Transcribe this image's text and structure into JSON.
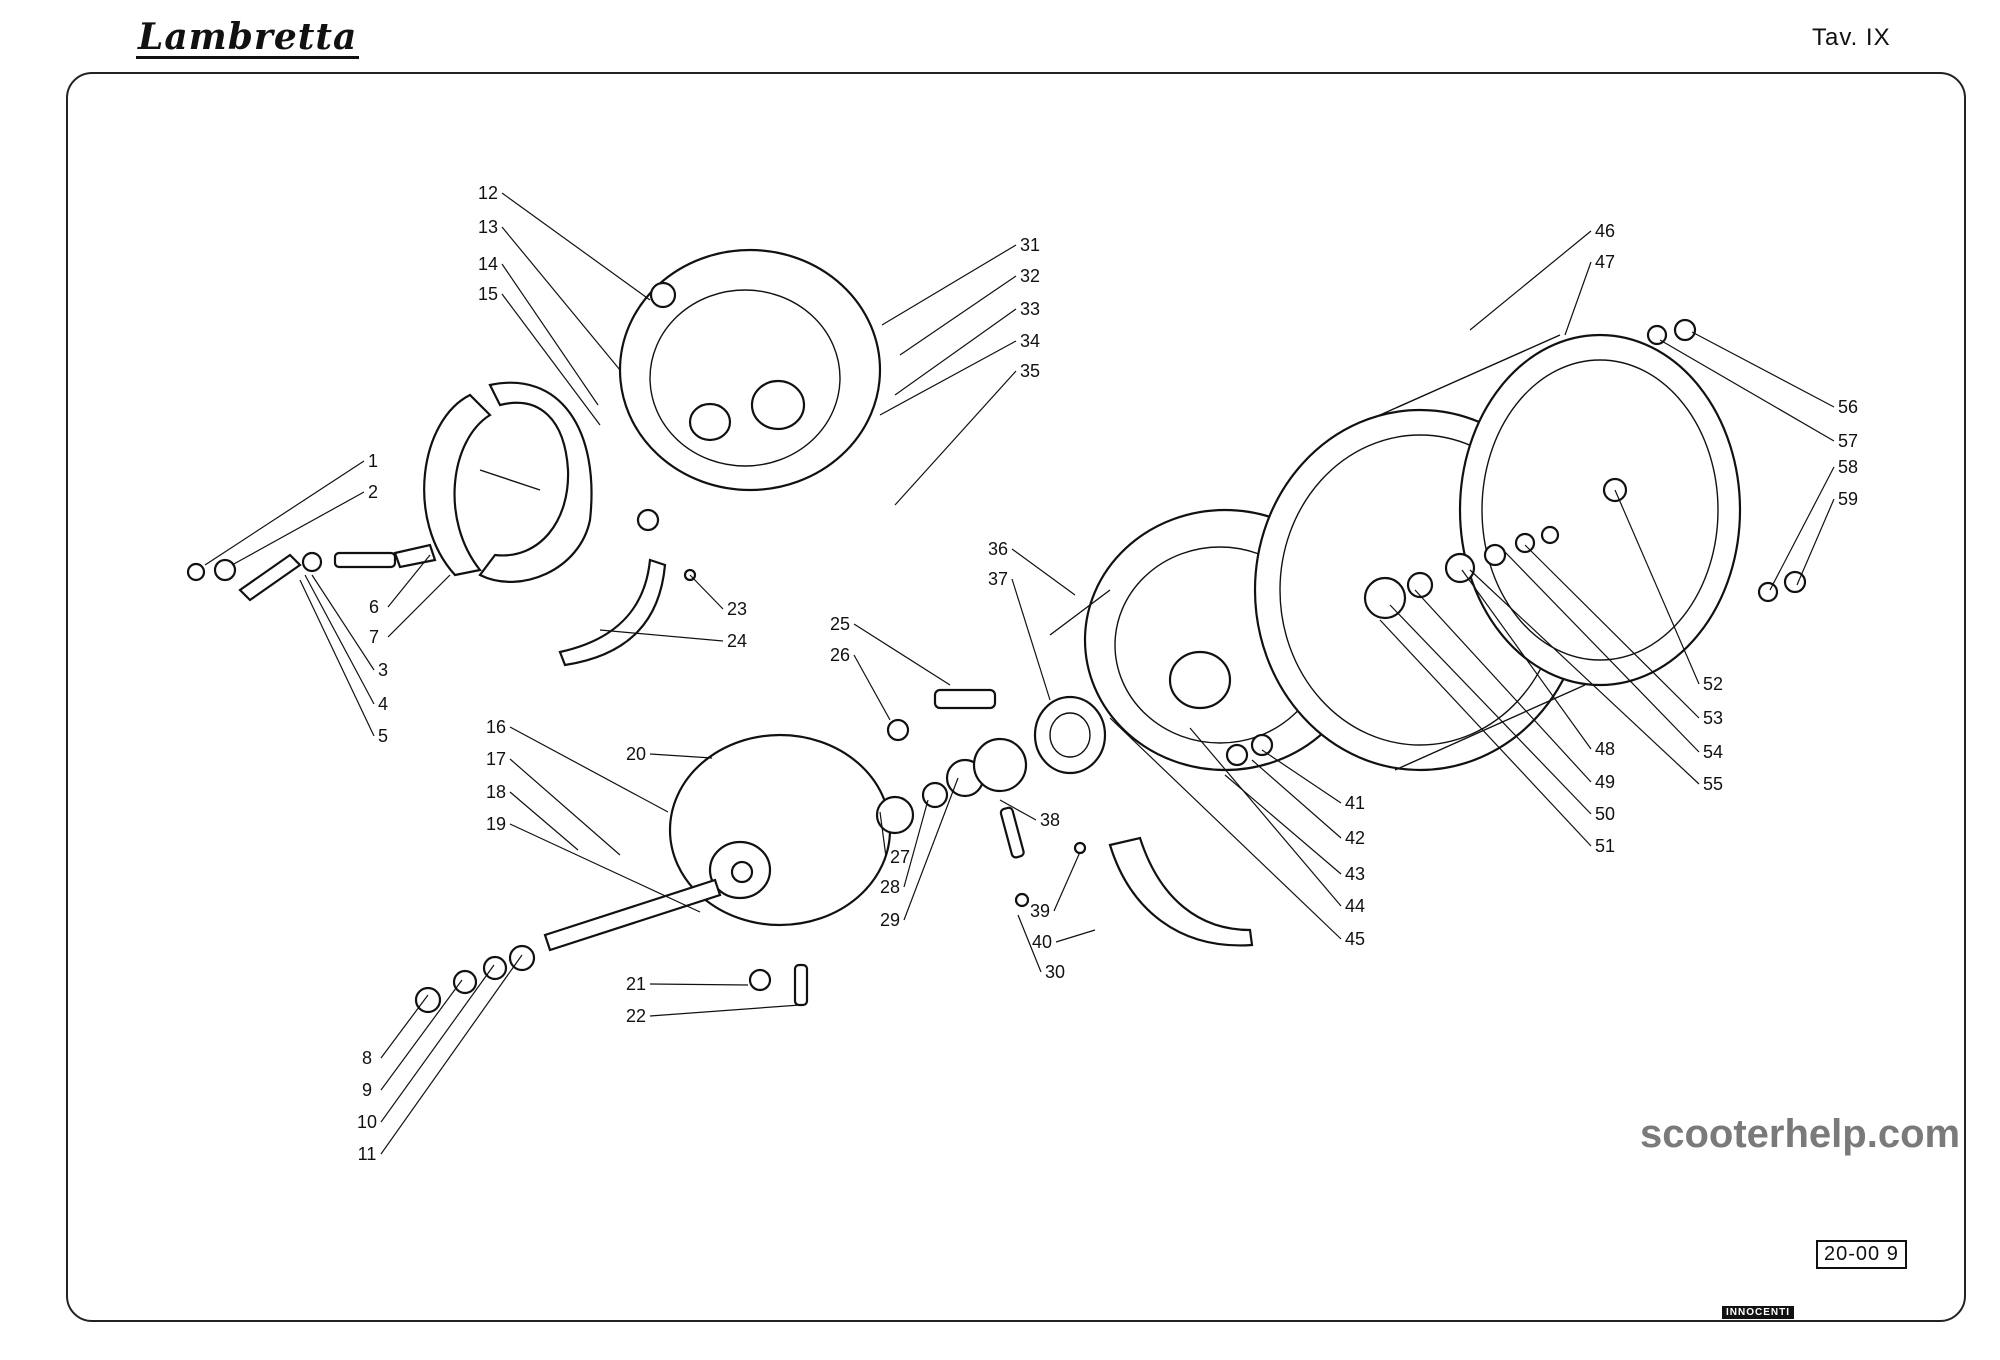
{
  "header": {
    "brand": "Lambretta",
    "table_ref": "Tav. IX"
  },
  "footer": {
    "watermark": "scooterhelp.com",
    "drawing_code": "20-00 9",
    "manufacturer_tag": "INNOCENTI"
  },
  "callouts": [
    "1",
    "2",
    "3",
    "4",
    "5",
    "6",
    "7",
    "8",
    "9",
    "10",
    "11",
    "12",
    "13",
    "14",
    "15",
    "16",
    "17",
    "18",
    "19",
    "20",
    "21",
    "22",
    "23",
    "24",
    "25",
    "26",
    "27",
    "28",
    "29",
    "30",
    "31",
    "32",
    "33",
    "34",
    "35",
    "36",
    "37",
    "38",
    "39",
    "40",
    "41",
    "42",
    "43",
    "44",
    "45",
    "46",
    "47",
    "48",
    "49",
    "50",
    "51",
    "52",
    "53",
    "54",
    "55",
    "56",
    "57",
    "58",
    "59"
  ],
  "icons": {
    "logo": "lambretta-logo-icon",
    "scooter": "scooter-silhouette-icon"
  }
}
